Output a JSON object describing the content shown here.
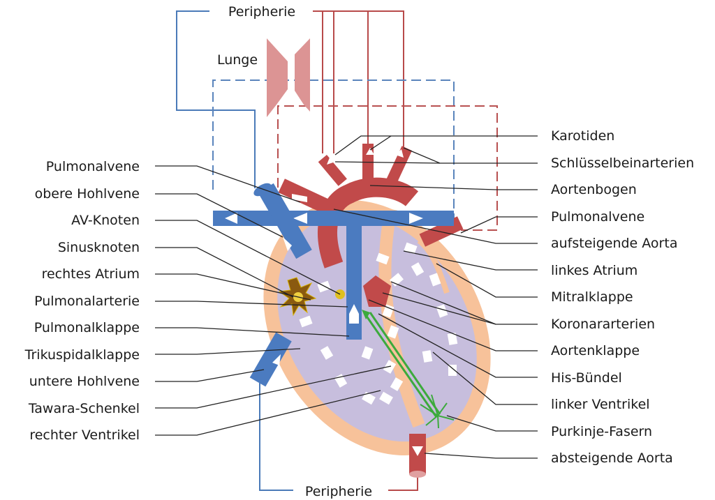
{
  "title_top": "Peripherie",
  "title_bottom": "Peripherie",
  "lung_label": "Lunge",
  "labels_left": [
    "Pulmonalvene",
    "obere Hohlvene",
    "AV-Knoten",
    "Sinusknoten",
    "rechtes Atrium",
    "Pulmonalarterie",
    "Pulmonalklappe",
    "Trikuspidalklappe",
    "untere Hohlvene",
    "Tawara-Schenkel",
    "rechter Ventrikel"
  ],
  "labels_right": [
    "Karotiden",
    "Schlüsselbeinarterien",
    "Aortenbogen",
    "Pulmonalvene",
    "aufsteigende Aorta",
    "linkes Atrium",
    "Mitralklappe",
    "Koronararterien",
    "Aortenklappe",
    "His-Bündel",
    "linker Ventrikel",
    "Purkinje-Fasern",
    "absteigende Aorta"
  ],
  "colors": {
    "venous_blue": "#4a7ab8",
    "vessel_blue": "#4b7bc0",
    "arterial_red": "#b84a4a",
    "vessel_red": "#c14a4a",
    "heart_wall": "#f7c29a",
    "heart_chamber": "#c7bedd",
    "lung": "#dc9494",
    "conduction_green": "#3caa3c",
    "node_yellow": "#e0c020",
    "leader_line": "#222222"
  }
}
